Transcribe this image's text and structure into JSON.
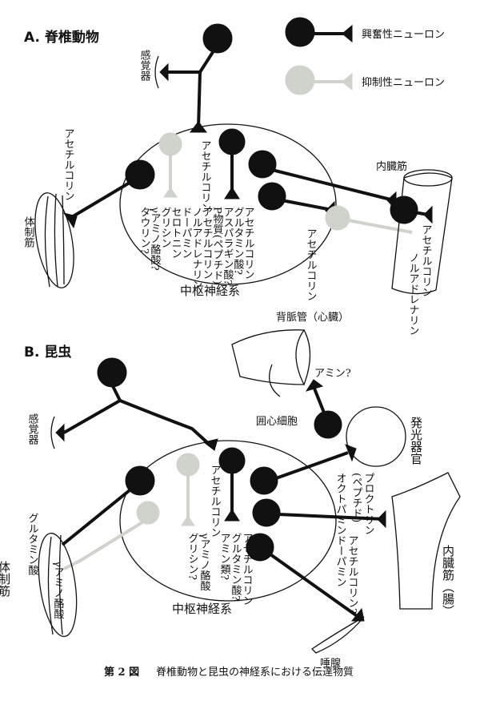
{
  "legend": {
    "excitatory": "興奮性ニューロン",
    "inhibitory": "抑制性ニューロン",
    "excitatory_color": "#111111",
    "inhibitory_color": "#cfd3cc"
  },
  "panelA": {
    "title": "A. 脊椎動物",
    "sensory": "感覚器",
    "somatic_muscle": "体制筋",
    "visceral_muscle": "内臓筋",
    "cns": "中枢神経系",
    "ach_motor": "アセチルコリン",
    "ach_sensory": "アセチルコリン",
    "ach_autonomic": "アセチルコリン",
    "visceral_transmitters": [
      "アセチルコリン",
      "ノルアドレナリン"
    ],
    "cns_transmitters": [
      "アセチルコリン",
      "グルタミン酸?",
      "アスパラギン酸?",
      "P物質(ペプチド)",
      "アセチルコリン",
      "ノルアドレナリン",
      "ドーパミン",
      "セロトニン",
      "グリシン",
      "γアミノ酪酸?",
      "タウリン?"
    ]
  },
  "panelB": {
    "title": "B. 昆虫",
    "sensory": "感覚器",
    "heart": "背脈管（心臓）",
    "heart_transmitter": "アミン?",
    "pericardial": "囲心細胞",
    "light_organ": "発光器官",
    "somatic_muscle": "体制筋",
    "visceral_muscle": "内臓筋（腸）",
    "salivary": "唾腺",
    "cns": "中枢神経系",
    "glutamate": "グルタミン酸",
    "gaba_muscle": "γアミノ酪酸",
    "ach_sensory": "アセチルコリン",
    "cns_inhib": [
      "γアミノ酪酸",
      "グリシン?"
    ],
    "cns_excit": [
      "アセチルコリン",
      "グルタミン酸?",
      "アミン類?"
    ],
    "light_transmitter": "オクトパミン",
    "visceral_transmitters": [
      "プロクトリン",
      "(ペプチド)"
    ],
    "salivary_transmitters": [
      "アセチルコリン?",
      "ドーパミン"
    ]
  },
  "caption": {
    "number": "第 2 図",
    "text": "脊椎動物と昆虫の神経系における伝達物質"
  }
}
